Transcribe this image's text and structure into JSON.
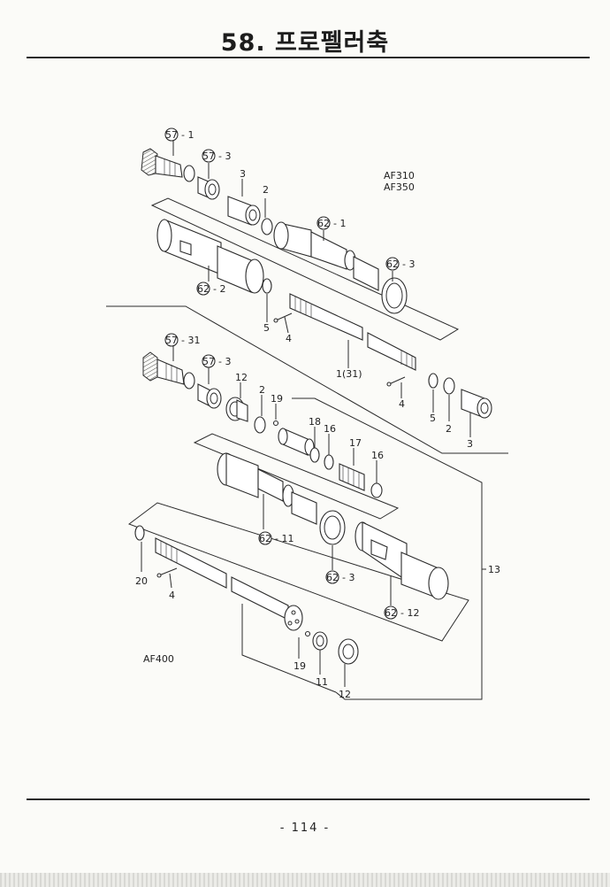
{
  "page": {
    "title": "58. 프로펠러축",
    "page_number": "- 114 -"
  },
  "models": {
    "upper": [
      "AF310",
      "AF350"
    ],
    "lower": "AF400"
  },
  "callouts": {
    "c57_1": "57",
    "c57_1_suffix": "- 1",
    "c57_3a": "57",
    "c57_3a_suffix": "- 3",
    "c62_1": "62",
    "c62_1_suffix": "- 1",
    "c62_2": "62",
    "c62_2_suffix": "- 2",
    "c62_3a": "62",
    "c62_3a_suffix": "- 3",
    "c57_31": "57",
    "c57_31_suffix": "- 31",
    "c57_3b": "57",
    "c57_3b_suffix": "- 3",
    "c62_11": "62",
    "c62_11_suffix": "- 11",
    "c62_3b": "62",
    "c62_3b_suffix": "- 3",
    "c62_12": "62",
    "c62_12_suffix": "- 12"
  },
  "labels": {
    "p3a": "3",
    "p2a": "2",
    "p5a": "5",
    "p4a": "4",
    "p1": "1(31)",
    "p4b": "4",
    "p5b": "5",
    "p2b": "2",
    "p3b": "3",
    "p12a": "12",
    "p2c": "2",
    "p19a": "19",
    "p18": "18",
    "p16a": "16",
    "p17": "17",
    "p16b": "16",
    "p13": "13",
    "p20": "20",
    "p4c": "4",
    "p19b": "19",
    "p11": "11",
    "p12b": "12"
  }
}
